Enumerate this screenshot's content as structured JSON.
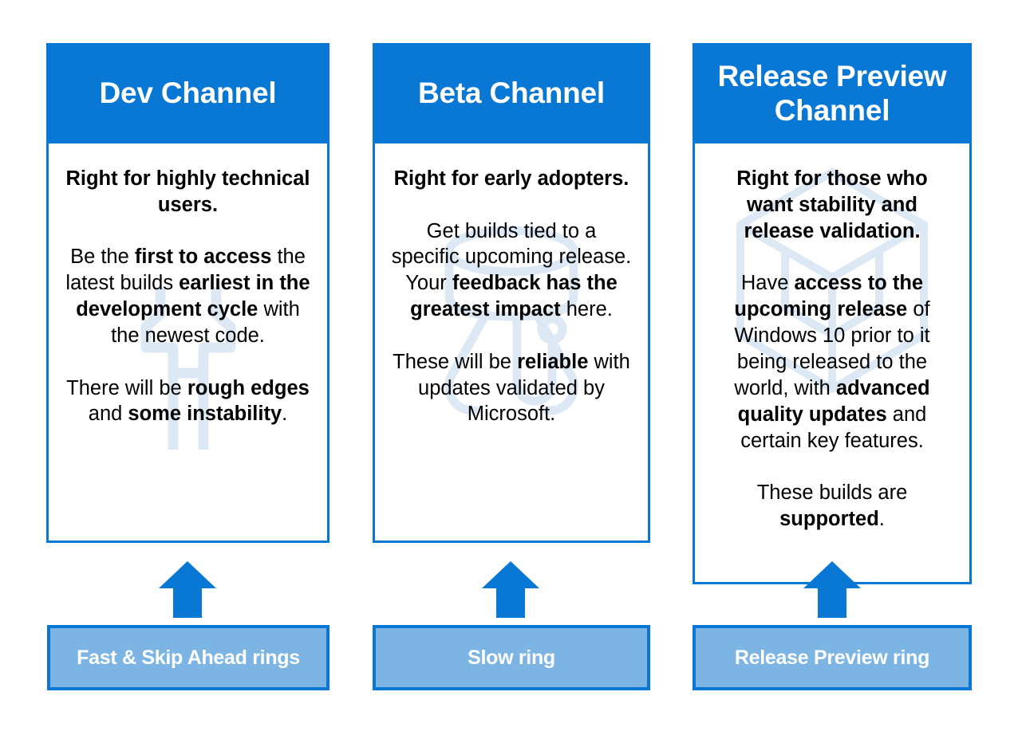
{
  "colors": {
    "primary_blue": "#0878D4",
    "light_blue": "#7CB5E4",
    "watermark_blue": "#DCE9F5",
    "text_black": "#000000",
    "white": "#FFFFFF",
    "background": "#FFFFFF"
  },
  "columns": [
    {
      "id": "dev",
      "header": "Dev Channel",
      "lead": "Right for highly technical users.",
      "paragraphs": [
        [
          {
            "t": "Be the ",
            "b": false
          },
          {
            "t": "first to access",
            "b": true
          },
          {
            "t": " the latest builds ",
            "b": false
          },
          {
            "t": "earliest in the development cycle",
            "b": true
          },
          {
            "t": " with the newest code.",
            "b": false
          }
        ],
        [
          {
            "t": "There will be ",
            "b": false
          },
          {
            "t": "rough edges",
            "b": true
          },
          {
            "t": " and ",
            "b": false
          },
          {
            "t": "some instability",
            "b": true
          },
          {
            "t": ".",
            "b": false
          }
        ]
      ],
      "watermark": "wrench-icon",
      "ring": "Fast & Skip Ahead rings",
      "arrow": "up-arrow-icon"
    },
    {
      "id": "beta",
      "header": "Beta Channel",
      "lead": "Right for early adopters.",
      "paragraphs": [
        [
          {
            "t": "Get builds tied to a specific upcoming release. Your ",
            "b": false
          },
          {
            "t": "feedback has the greatest impact",
            "b": true
          },
          {
            "t": " here.",
            "b": false
          }
        ],
        [
          {
            "t": "These will be ",
            "b": false
          },
          {
            "t": "reliable",
            "b": true
          },
          {
            "t": " with updates validated by Microsoft.",
            "b": false
          }
        ]
      ],
      "watermark": "beaker-icon",
      "ring": "Slow ring",
      "arrow": "up-arrow-icon"
    },
    {
      "id": "release-preview",
      "header": "Release Preview Channel",
      "lead": "Right for those who want stability and release validation.",
      "paragraphs": [
        [
          {
            "t": "Have ",
            "b": false
          },
          {
            "t": "access to the upcoming release",
            "b": true
          },
          {
            "t": " of Windows 10 prior to it being released to the world, with ",
            "b": false
          },
          {
            "t": "advanced quality updates",
            "b": true
          },
          {
            "t": " and certain key features.",
            "b": false
          }
        ],
        [
          {
            "t": "These builds are ",
            "b": false
          },
          {
            "t": "supported",
            "b": true
          },
          {
            "t": ".",
            "b": false
          }
        ]
      ],
      "watermark": "cube-box-icon",
      "ring": "Release Preview ring",
      "arrow": "up-arrow-icon"
    }
  ]
}
